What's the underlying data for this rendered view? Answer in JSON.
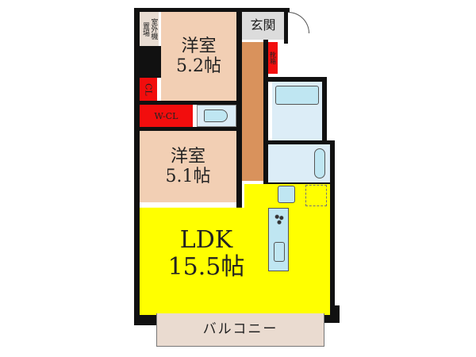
{
  "rooms": {
    "western1": {
      "name": "洋室",
      "size": "5.2帖"
    },
    "western2": {
      "name": "洋室",
      "size": "5.1帖"
    },
    "ldk": {
      "name": "LDK",
      "size": "15.5帖"
    },
    "entrance": "玄関",
    "balcony": "バルコニー",
    "closet": "CL",
    "walk_in_closet": "W-CL",
    "shoe_box": "靴箱",
    "outdoor_unit": {
      "line1": "室外機",
      "line2": "置場"
    }
  },
  "colors": {
    "western": "#f2cfb4",
    "ldk": "#ffff00",
    "hall": "#d9925c",
    "storage": "#f20d0d",
    "wet": "#dcedf7",
    "entrance": "#dcdcdc",
    "balcony": "#eadbd0"
  }
}
